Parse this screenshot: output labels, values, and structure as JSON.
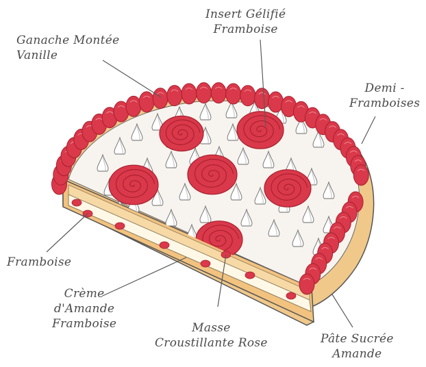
{
  "labels": {
    "insert": [
      "Insert Gélifié",
      "Framboise"
    ],
    "ganache": [
      "Ganache Montée",
      "Vanille"
    ],
    "demi": [
      "Demi -",
      "Framboises"
    ],
    "framboise": [
      "Framboise"
    ],
    "creme": [
      "Crème",
      "d'Amande",
      "Framboise"
    ],
    "masse": [
      "Masse",
      "Croustillante Rose"
    ],
    "pate": [
      "Pâte Sucrée",
      "Amande"
    ]
  },
  "colors": {
    "raspberry": "#d9394a",
    "raspberry_dark": "#a81f2f",
    "cream": "#ffffff",
    "cream_shadow": "#cfcfcf",
    "crust": "#f0c88a",
    "crust_dark": "#c9924a",
    "almond_cream": "#fff8e6",
    "ink": "#4a4a4a"
  }
}
